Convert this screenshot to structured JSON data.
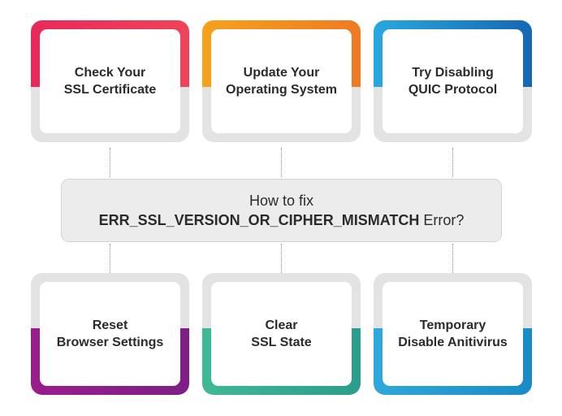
{
  "center": {
    "title": "How to fix",
    "error_code": "ERR_SSL_VERSION_OR_CIPHER_MISMATCH",
    "suffix": " Error?"
  },
  "cards": [
    {
      "label": "Check Your\nSSL Certificate",
      "color_from": "#e8295a",
      "color_to": "#f0435a"
    },
    {
      "label": "Update Your\nOperating System",
      "color_from": "#f5a21c",
      "color_to": "#ef7a22"
    },
    {
      "label": "Try Disabling\nQUIC Protocol",
      "color_from": "#28a8e0",
      "color_to": "#1667b2"
    },
    {
      "label": "Reset\nBrowser Settings",
      "color_from": "#9a1d8c",
      "color_to": "#7e1f86"
    },
    {
      "label": "Clear\nSSL State",
      "color_from": "#3fb996",
      "color_to": "#2a9d8b"
    },
    {
      "label": "Temporary\nDisable Anitivirus",
      "color_from": "#2fa8dc",
      "color_to": "#1a8bc6"
    }
  ]
}
